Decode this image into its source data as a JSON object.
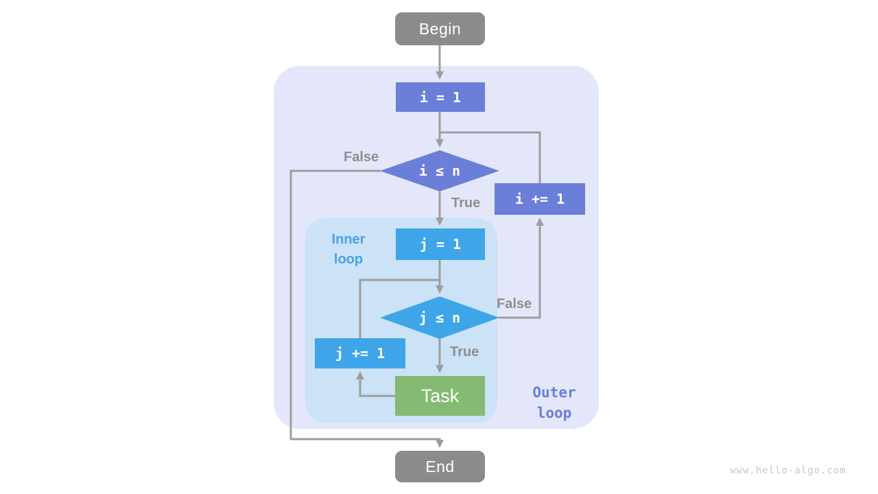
{
  "page": {
    "watermark": "www.hello-algo.com"
  },
  "colors": {
    "page_bg": "#ffffff",
    "terminal_gray": "#8B8B8B",
    "outer_accent": "#6B7ED8",
    "inner_accent": "#3EA5E8",
    "task_green": "#84BA71",
    "outer_region_bg": "#E3E7F9",
    "inner_region_bg": "#CBE2F7",
    "arrow_gray": "#9D9D9D",
    "label_gray": "#8E8E8E",
    "inner_label_color": "#45A3E8",
    "outer_label_color": "#6B7ED8",
    "watermark_color": "#C8C8C8"
  },
  "flowchart": {
    "nodes": {
      "begin": {
        "label": "Begin"
      },
      "init_i": {
        "label": "i = 1"
      },
      "cond_i": {
        "label": "i ≤ n"
      },
      "inc_i": {
        "label": "i += 1"
      },
      "init_j": {
        "label": "j = 1"
      },
      "cond_j": {
        "label": "j ≤ n"
      },
      "inc_j": {
        "label": "j += 1"
      },
      "task": {
        "label": "Task"
      },
      "end": {
        "label": "End"
      }
    },
    "edge_labels": {
      "cond_i_false": "False",
      "cond_i_true": "True",
      "cond_j_false": "False",
      "cond_j_true": "True"
    },
    "regions": {
      "inner": {
        "line1": "Inner",
        "line2": "loop"
      },
      "outer": {
        "line1": "Outer",
        "line2": "loop"
      }
    }
  }
}
